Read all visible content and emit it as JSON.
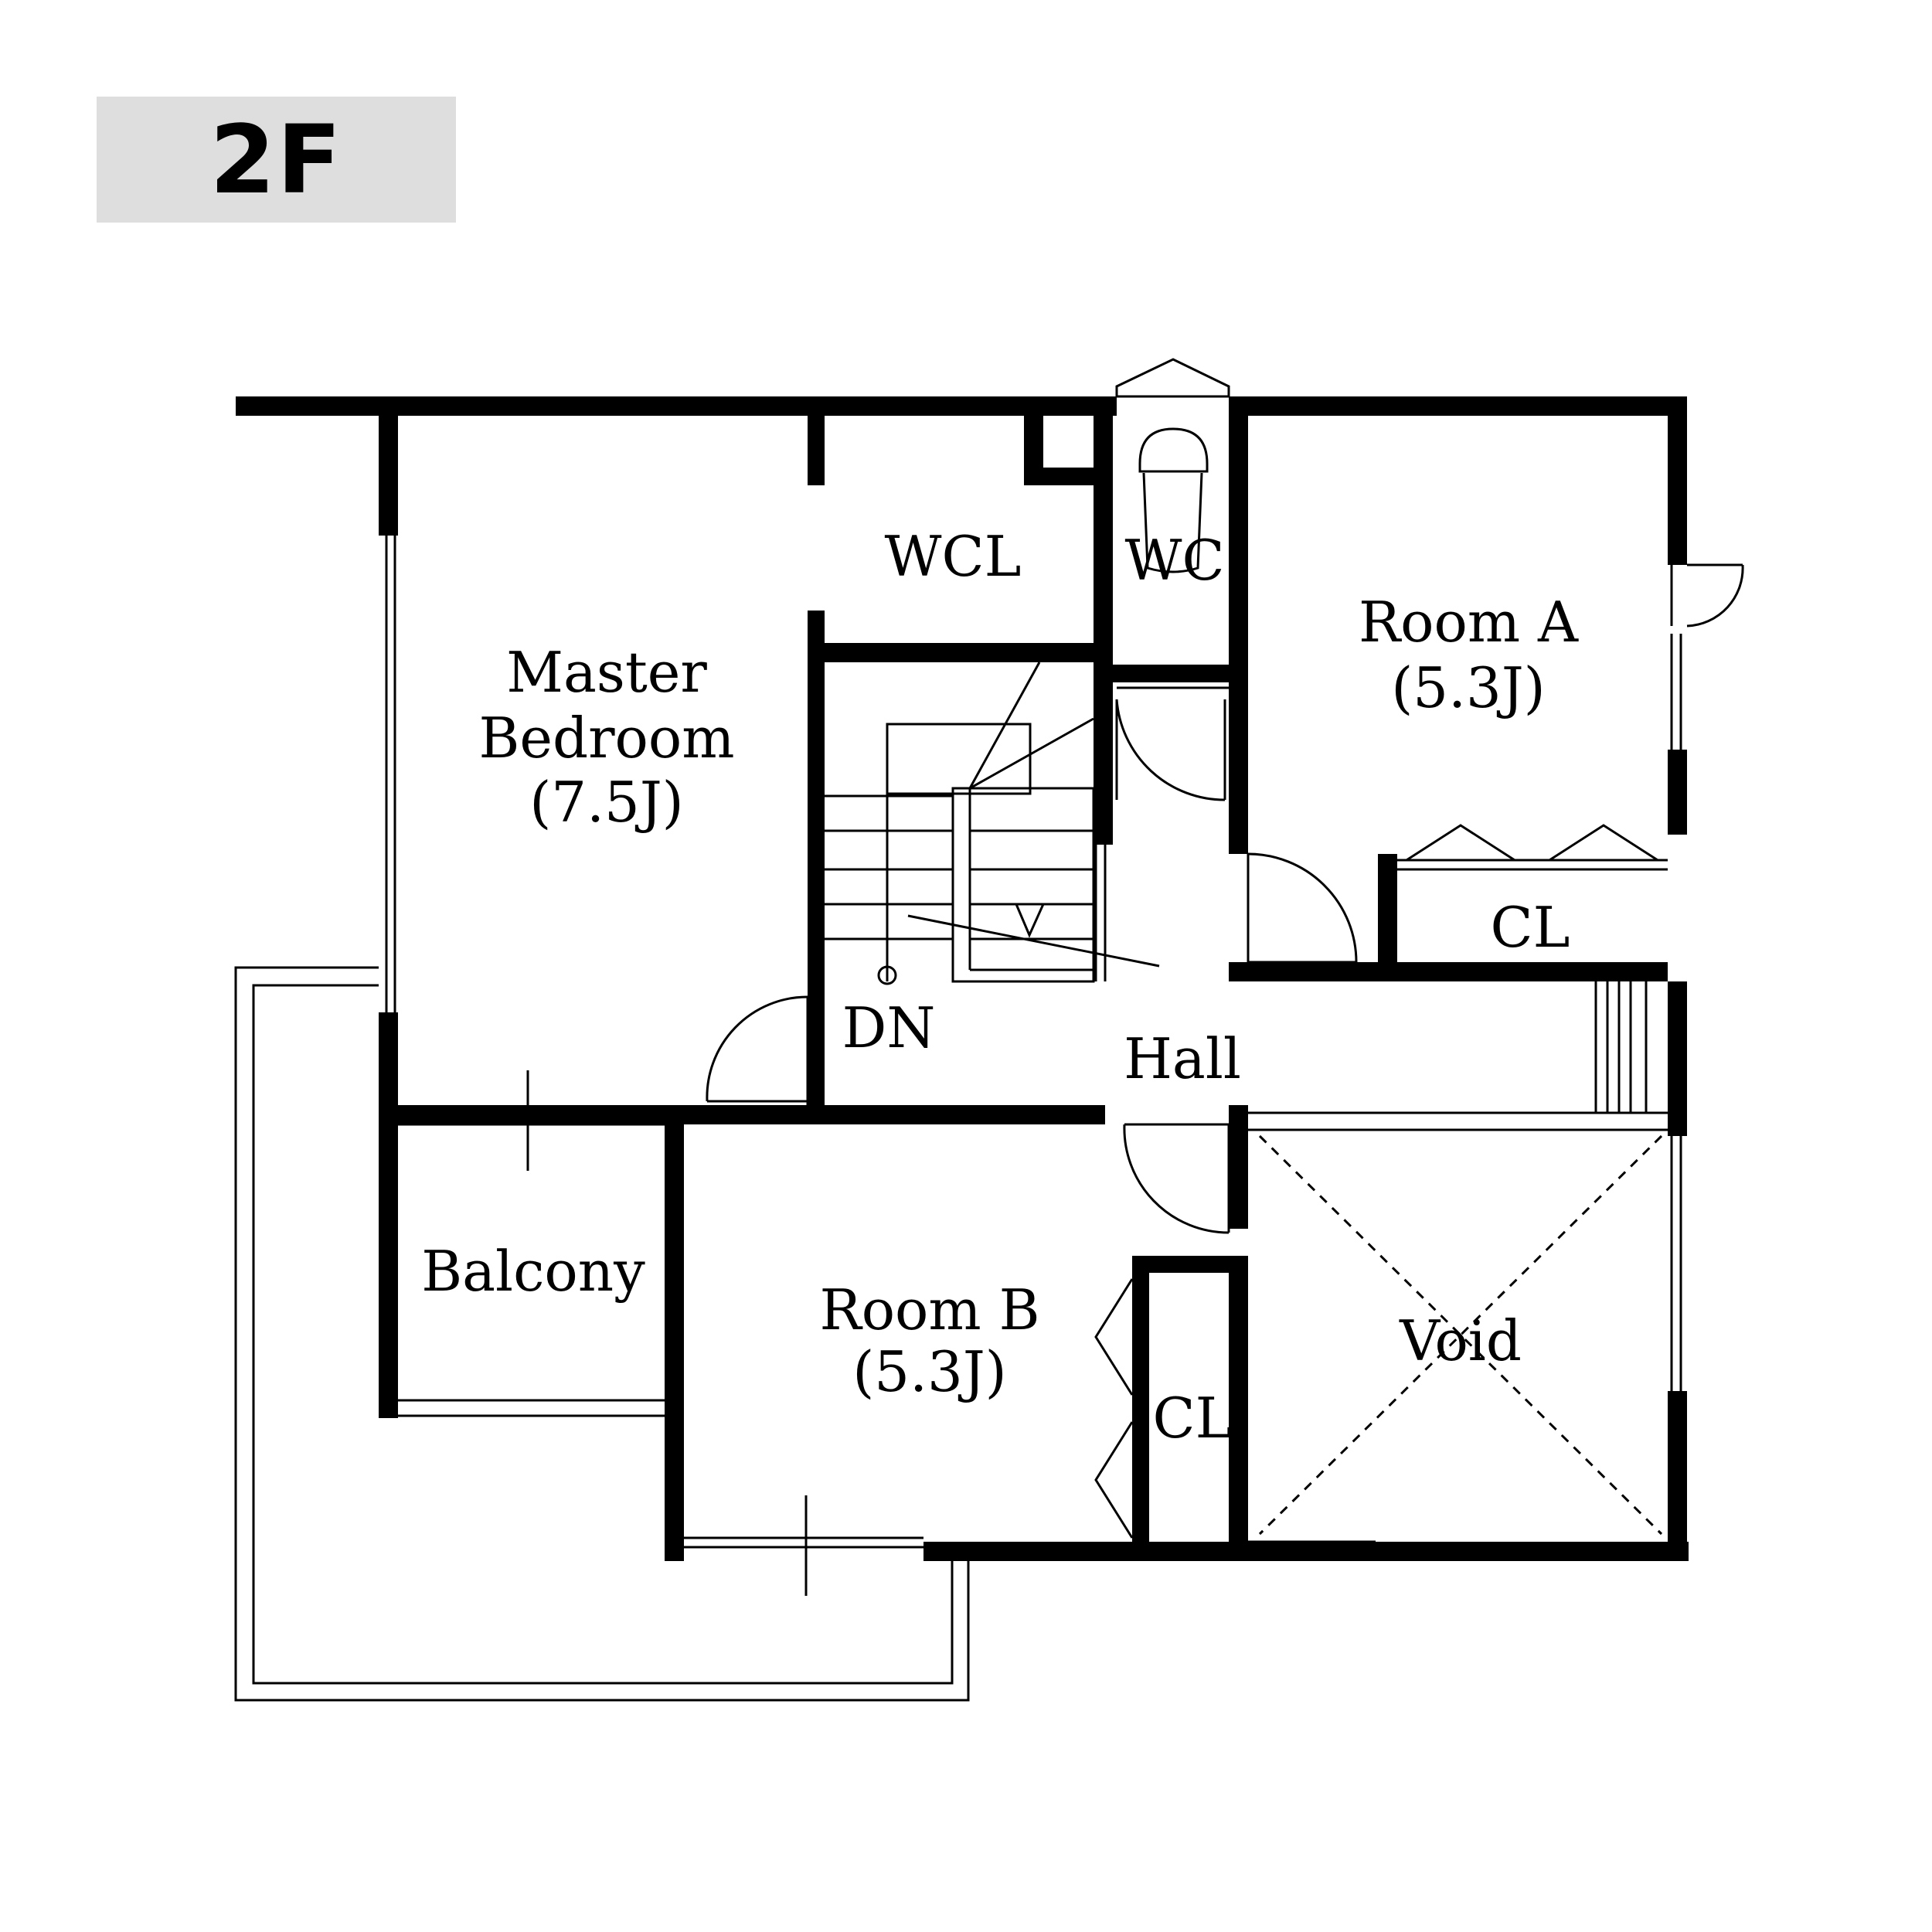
{
  "floor": {
    "label": "2F"
  },
  "rooms": {
    "wcl": "WCL",
    "wc": "WC",
    "room_a": {
      "name": "Room A",
      "size": "(5.3J)"
    },
    "master": {
      "line1": "Master",
      "line2": "Bedroom",
      "size": "(7.5J)"
    },
    "cl_a": "CL",
    "dn": "DN",
    "hall": "Hall",
    "balcony": "Balcony",
    "room_b": {
      "name": "Room B",
      "size": "(5.3J)"
    },
    "cl_b": "CL",
    "void": "Void"
  }
}
